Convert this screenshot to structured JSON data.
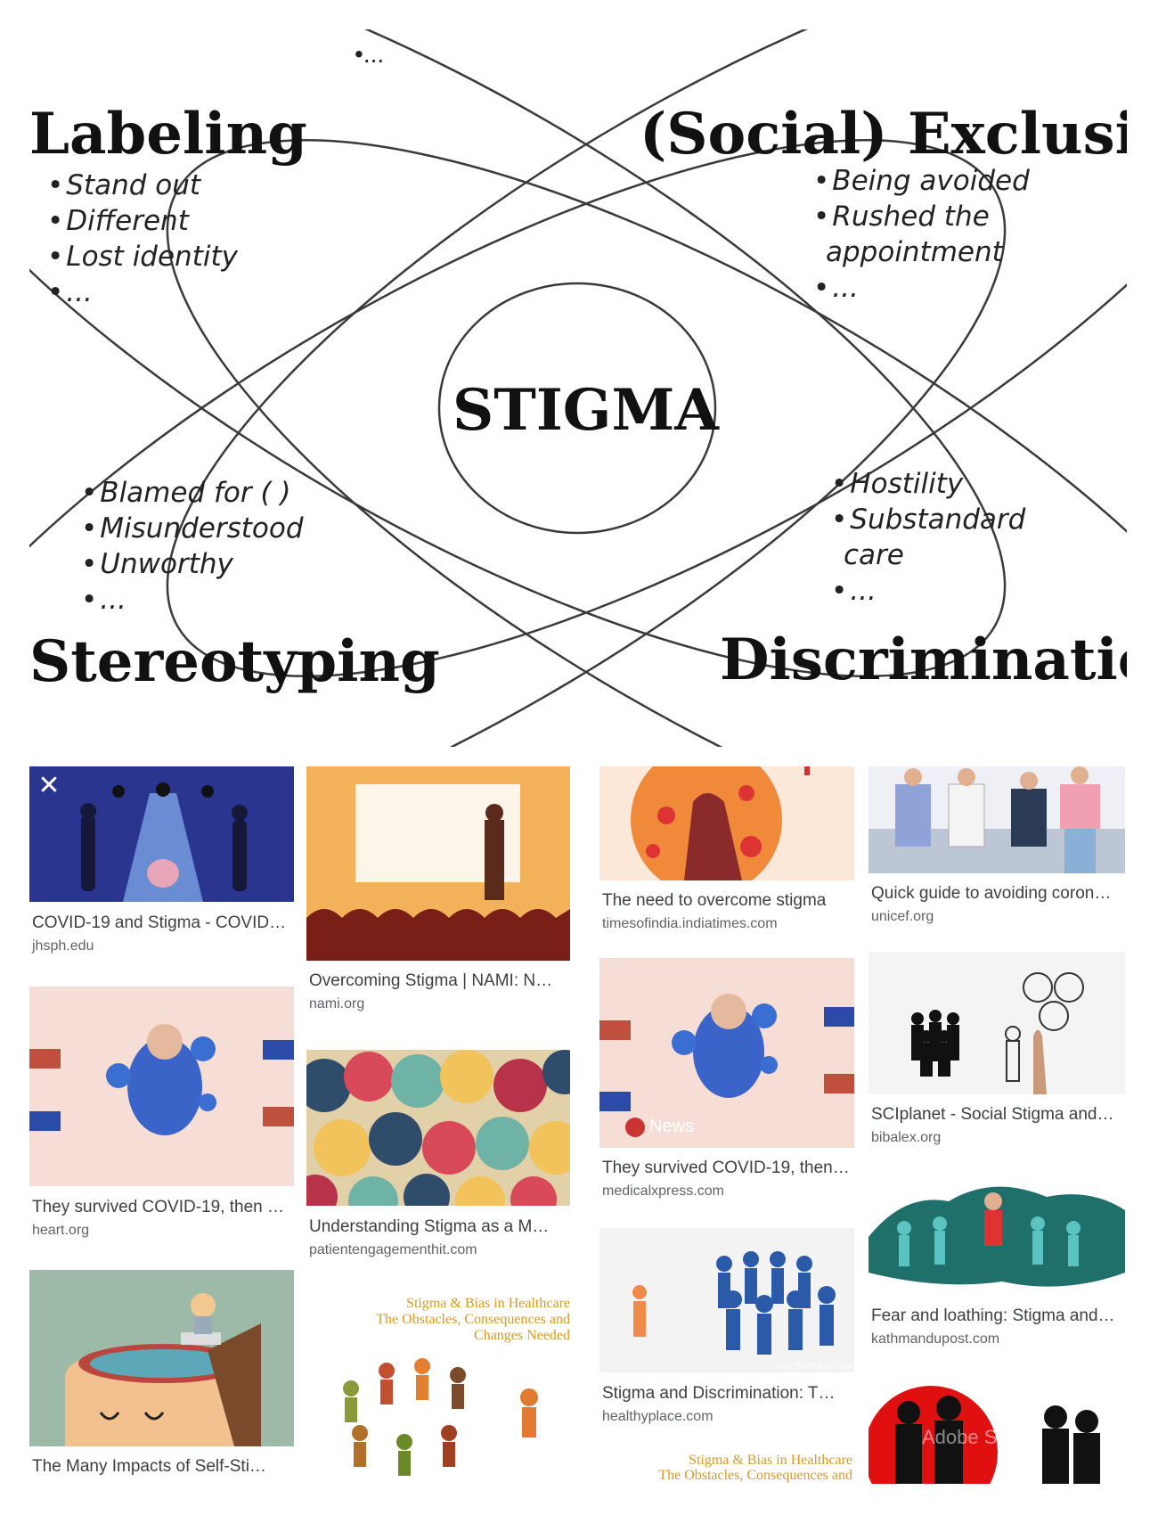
{
  "hero": {
    "center": "STIGMA",
    "labeling": {
      "title": "Labeling",
      "items": [
        "Stand out",
        "Different",
        "Lost identity",
        "..."
      ]
    },
    "exclusion": {
      "title": "(Social) Exclusion",
      "items": [
        "Being avoided",
        "Rushed the",
        "appointment",
        "..."
      ]
    },
    "stereotyping": {
      "title": "Stereotyping",
      "items": [
        "Blamed for ( )",
        "Misunderstood",
        "Unworthy",
        "..."
      ]
    },
    "discrimination": {
      "title": "Discrimination",
      "items": [
        "Hostility",
        "Substandard",
        "care",
        "..."
      ]
    },
    "top_dots": "..."
  },
  "results": [
    {
      "caption": "COVID-19 and Stigma - COVID…",
      "source": "jhsph.edu"
    },
    {
      "caption": "Overcoming Stigma | NAMI: N…",
      "source": "nami.org"
    },
    {
      "caption": "The need to overcome stigma",
      "source": "timesofindia.indiatimes.com"
    },
    {
      "caption": "Quick guide to avoiding coron…",
      "source": "unicef.org"
    },
    {
      "caption": "They survived COVID-19, then …",
      "source": "heart.org"
    },
    {
      "caption": "Understanding Stigma as a M…",
      "source": "patientengagementhit.com"
    },
    {
      "caption": "They survived COVID-19, then …",
      "source": "medicalxpress.com"
    },
    {
      "caption": "SCIplanet - Social Stigma and…",
      "source": "bibalex.org"
    },
    {
      "caption": "The Many Impacts of Self-Sti…",
      "source": ""
    },
    {
      "caption": "Stigma and Discrimination: T…",
      "source": "healthyplace.com"
    },
    {
      "caption": "Fear and loathing: Stigma and…",
      "source": "kathmandupost.com"
    }
  ],
  "thumb_text": {
    "news_badge": "News",
    "healthcare_1": "Stigma & Bias in Healthcare",
    "healthcare_2": "The Obstacles, Consequences and",
    "healthcare_3": "Changes Needed",
    "watermark": "HEALTHYPLACE.COM",
    "stock": "Adobe Stock"
  },
  "close_icon": "close-icon"
}
